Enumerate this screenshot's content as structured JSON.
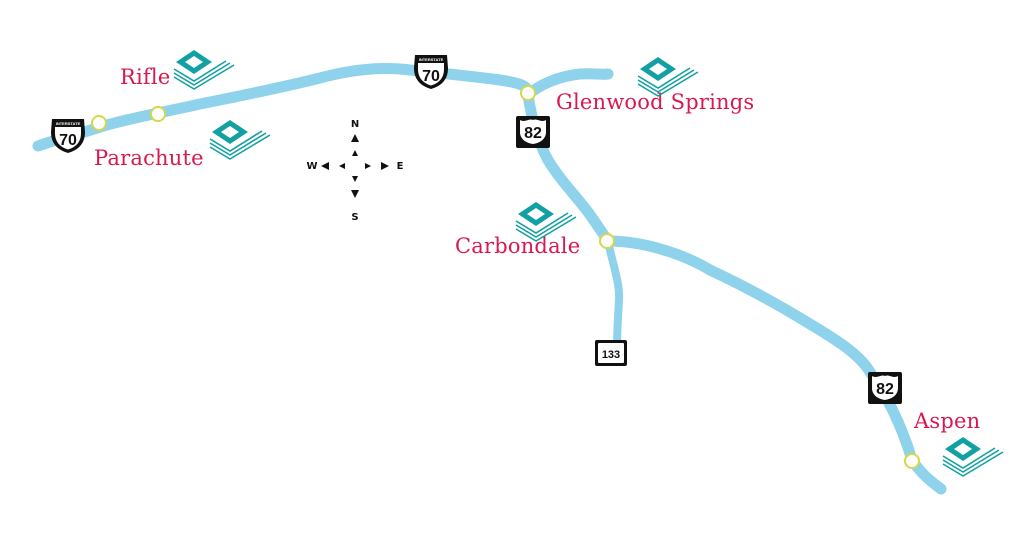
{
  "colors": {
    "river": "#8ed2ec",
    "town_label": "#d8194f",
    "town_marker_stroke": "#d4d84a",
    "logo": "#12a0a2",
    "shield": "#111111"
  },
  "towns": [
    {
      "id": "rifle",
      "name": "Rifle"
    },
    {
      "id": "parachute",
      "name": "Parachute"
    },
    {
      "id": "glenwood-springs",
      "name": "Glenwood Springs"
    },
    {
      "id": "carbondale",
      "name": "Carbondale"
    },
    {
      "id": "aspen",
      "name": "Aspen"
    }
  ],
  "highway_shields": [
    {
      "id": "i70-west",
      "type": "interstate",
      "banner": "INTERSTATE",
      "number": "70"
    },
    {
      "id": "i70-center",
      "type": "interstate",
      "banner": "INTERSTATE",
      "number": "70"
    },
    {
      "id": "us82-north",
      "type": "us-route",
      "number": "82"
    },
    {
      "id": "us82-south",
      "type": "us-route",
      "number": "82"
    },
    {
      "id": "sh133",
      "type": "state-route",
      "number": "133"
    }
  ],
  "compass": {
    "n": "N",
    "s": "S",
    "e": "E",
    "w": "W"
  },
  "logo_icon": "teal-stacked-chevron-logo"
}
